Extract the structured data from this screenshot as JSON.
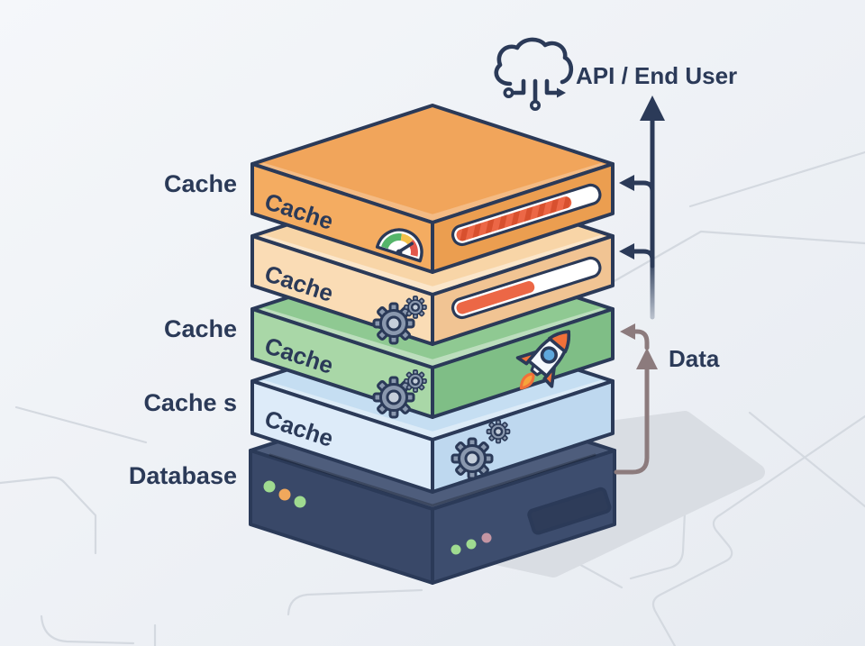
{
  "title": "Cache layer and database stack diagram",
  "colors": {
    "outline": "#2b3a58",
    "text": "#2b3a58",
    "bg_from": "#f5f7fa",
    "bg_to": "#e7ebf1",
    "trace": "#d4d9e0",
    "shadow": "#d9dde3",
    "arrow_navy": "#2b3a58",
    "arrow_navy_fade": "#b7bfcb",
    "arrow_taupe": "#8c7b7d",
    "slot_bg": "#ffffff",
    "slot_fill": "#ec6746",
    "slot_stripe": "#d8502e",
    "gear_body": "#8a98ae",
    "gear_hole": "#c6cfdb",
    "gauge_bg": "#ffffff",
    "gauge_green": "#55b56a",
    "gauge_amber": "#f3c14b",
    "gauge_red": "#e2574c",
    "rocket_body": "#f5f9fc",
    "rocket_accent": "#f07039",
    "rocket_window": "#5fa8dc",
    "rocket_flame": "#f6a43b",
    "led_green": "#9fdb90",
    "led_orange": "#f0a85c",
    "led_pink": "#c495a3",
    "db_vent": "#2e3c59"
  },
  "header": {
    "icon": "cloud-api",
    "label": "API / End User"
  },
  "side_labels": [
    {
      "text": "Cache"
    },
    {
      "text": "Cache"
    },
    {
      "text": "Cache s"
    },
    {
      "text": "Database"
    }
  ],
  "layers": [
    {
      "id": "cache-top",
      "face_label": "Cache",
      "top": "#f1a55b",
      "left": "#f4ac61",
      "right": "#eb9e50",
      "badges": [
        "gauge",
        "striped-progress-slot"
      ],
      "slot_fill_pct": 80,
      "slot_fill_width": 133
    },
    {
      "id": "cache-2",
      "face_label": "Cache",
      "top": "#f8d5a7",
      "left": "#fadcb5",
      "right": "#f1c493",
      "badges": [
        "gears",
        "progress-slot"
      ],
      "slot_fill_pct": 55,
      "slot_fill_width": 90
    },
    {
      "id": "cache-3",
      "face_label": "Cache",
      "top": "#8fc992",
      "left": "#a9d7a7",
      "right": "#7fbe86",
      "badges": [
        "gears",
        "rocket"
      ]
    },
    {
      "id": "cache-4",
      "face_label": "Cache",
      "top": "#c5def2",
      "left": "#ddebf9",
      "right": "#bed8ef",
      "badges": [
        "gears"
      ]
    },
    {
      "id": "database",
      "face_label": "",
      "top": "#4e5d7c",
      "left": "#394868",
      "right": "#3d4d6e",
      "badges": [
        "status-leds",
        "vent-panel"
      ]
    }
  ],
  "annotations": {
    "data_label": "Data"
  }
}
